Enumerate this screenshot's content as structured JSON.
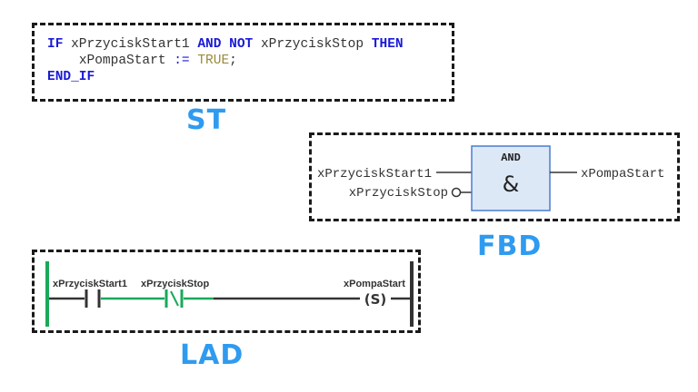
{
  "st": {
    "caption": "ST",
    "line1": {
      "kw_if": "IF",
      "var1": "xPrzyciskStart1",
      "kw_and": "AND",
      "kw_not": "NOT",
      "var2": "xPrzyciskStop",
      "kw_then": "THEN"
    },
    "line2": {
      "indent": "    ",
      "var": "xPompaStart",
      "op": ":=",
      "value": "TRUE",
      "semi": ";"
    },
    "line3": {
      "kw_endif": "END_IF"
    }
  },
  "fbd": {
    "caption": "FBD",
    "block_title": "AND",
    "block_symbol": "&",
    "input1": "xPrzyciskStart1",
    "input2": "xPrzyciskStop",
    "output": "xPompaStart"
  },
  "lad": {
    "caption": "LAD",
    "contact1_label": "xPrzyciskStart1",
    "contact2_label": "xPrzyciskStop",
    "coil_label": "xPompaStart",
    "coil_symbol": "(S)"
  },
  "colors": {
    "keyword": "#1a1ad6",
    "literal": "#9b8a3a",
    "caption": "#2f9bf0",
    "block_fill": "#dde8f7",
    "block_stroke": "#4a7bd0",
    "energized": "#1aa85a",
    "rail": "#333333"
  }
}
